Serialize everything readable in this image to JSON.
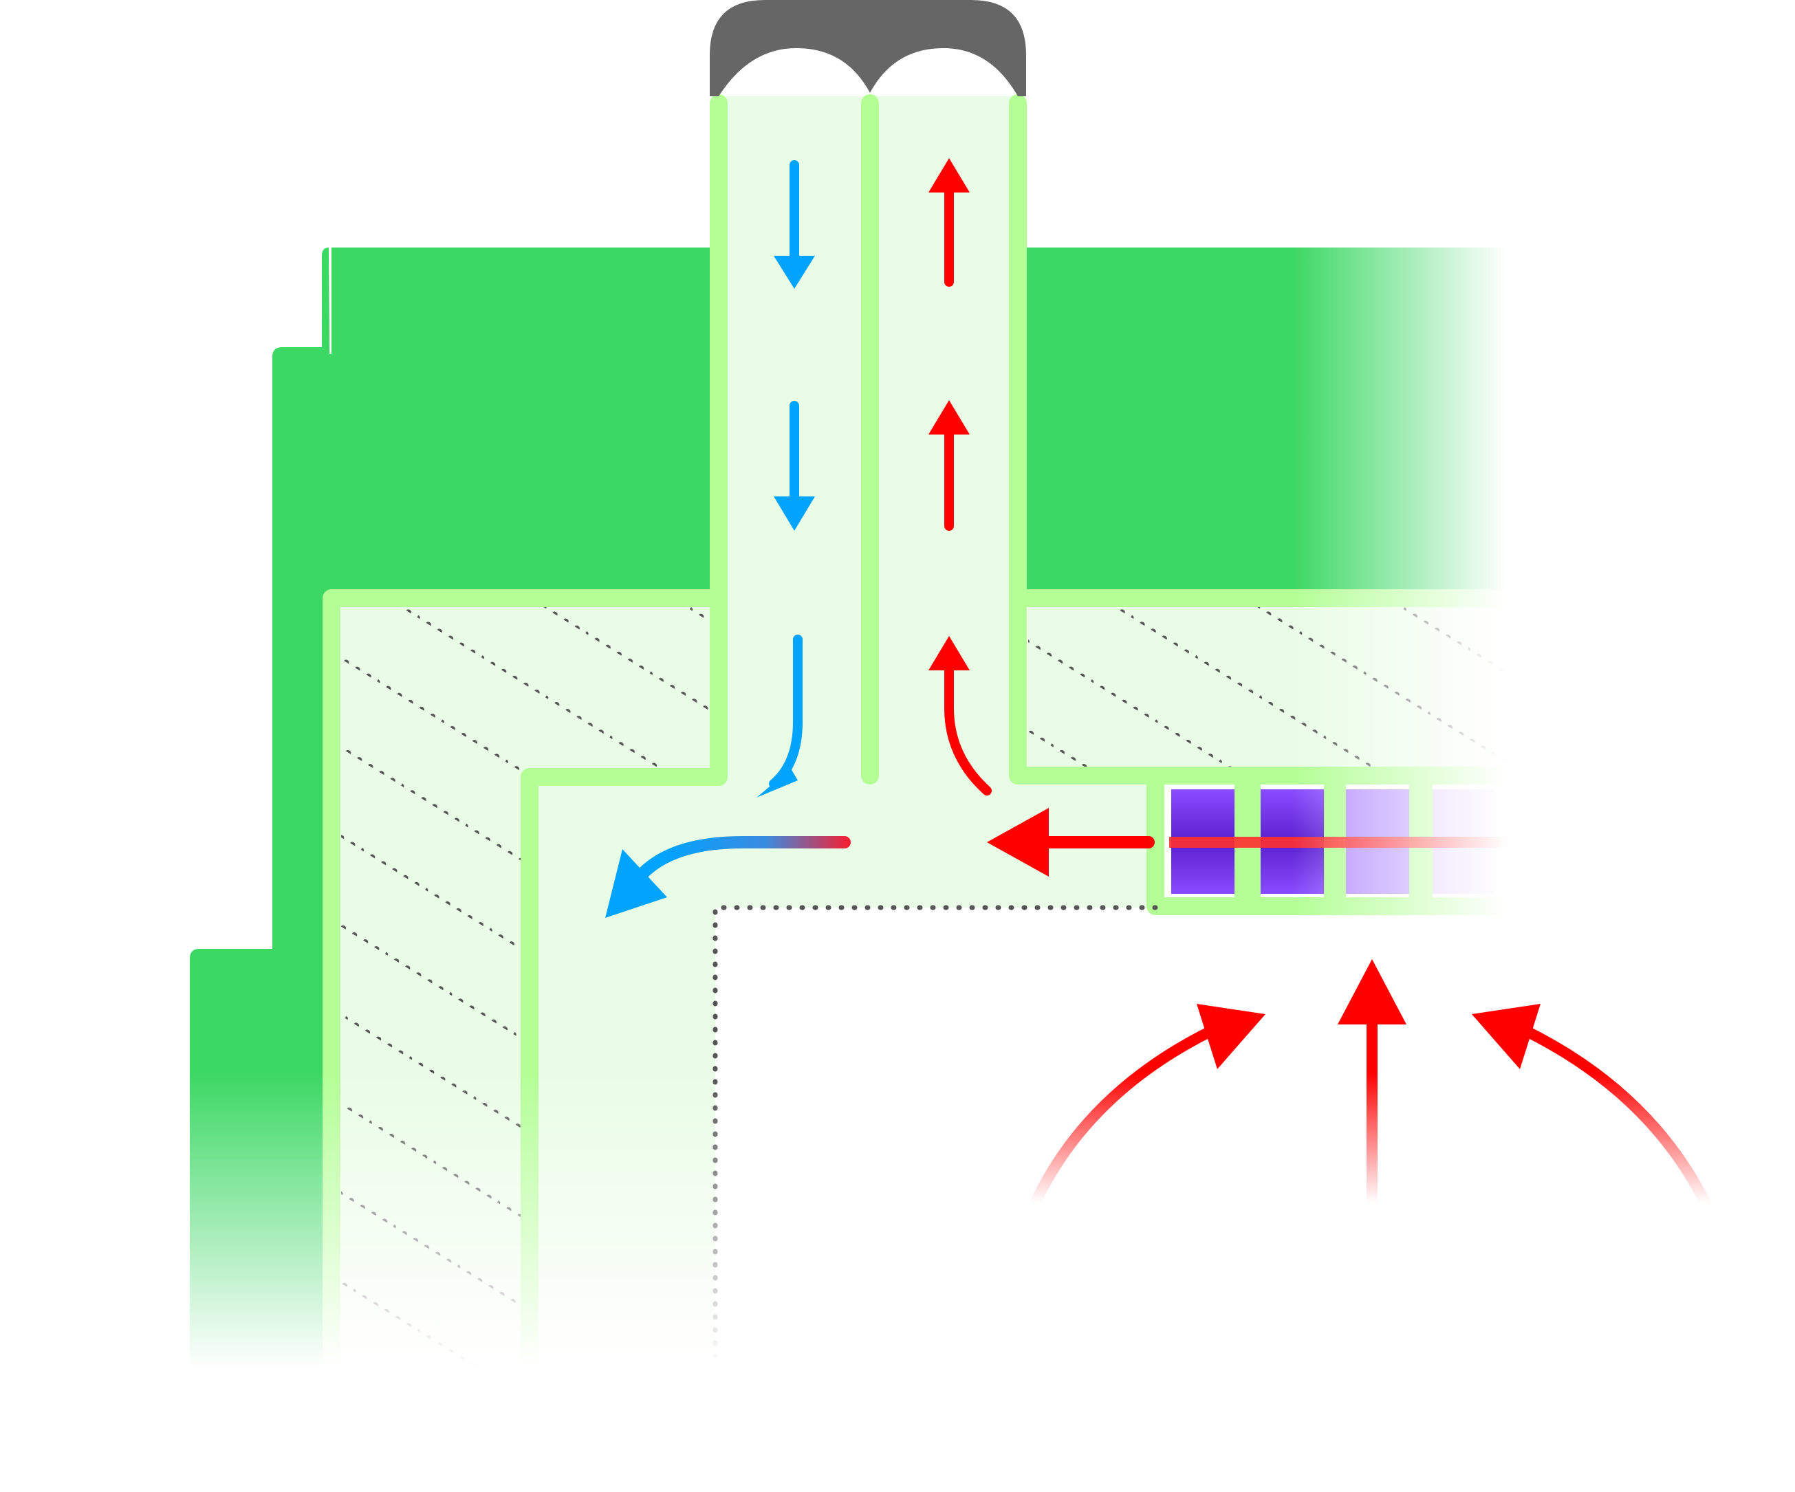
{
  "diagram": {
    "title": "",
    "colors": {
      "background": "#ffffff",
      "wall": "#3cd864",
      "duct_border": "#b3ff95",
      "duct_fill": "#e9fde6",
      "cap": "#666666",
      "hatch": "#555555",
      "cold_flow": "#00a4ff",
      "warm_flow": "#ff0000",
      "heat_exchanger": "#8040ff"
    },
    "parts": {
      "cap": "cap-dual-outlet",
      "supply_duct": "flue-duct-left",
      "return_duct": "flue-duct-right",
      "heat_exchanger_cells": 4
    },
    "flows": {
      "supply_arrows": 3,
      "exhaust_arrows": 3,
      "intake_arrows": 3
    }
  }
}
